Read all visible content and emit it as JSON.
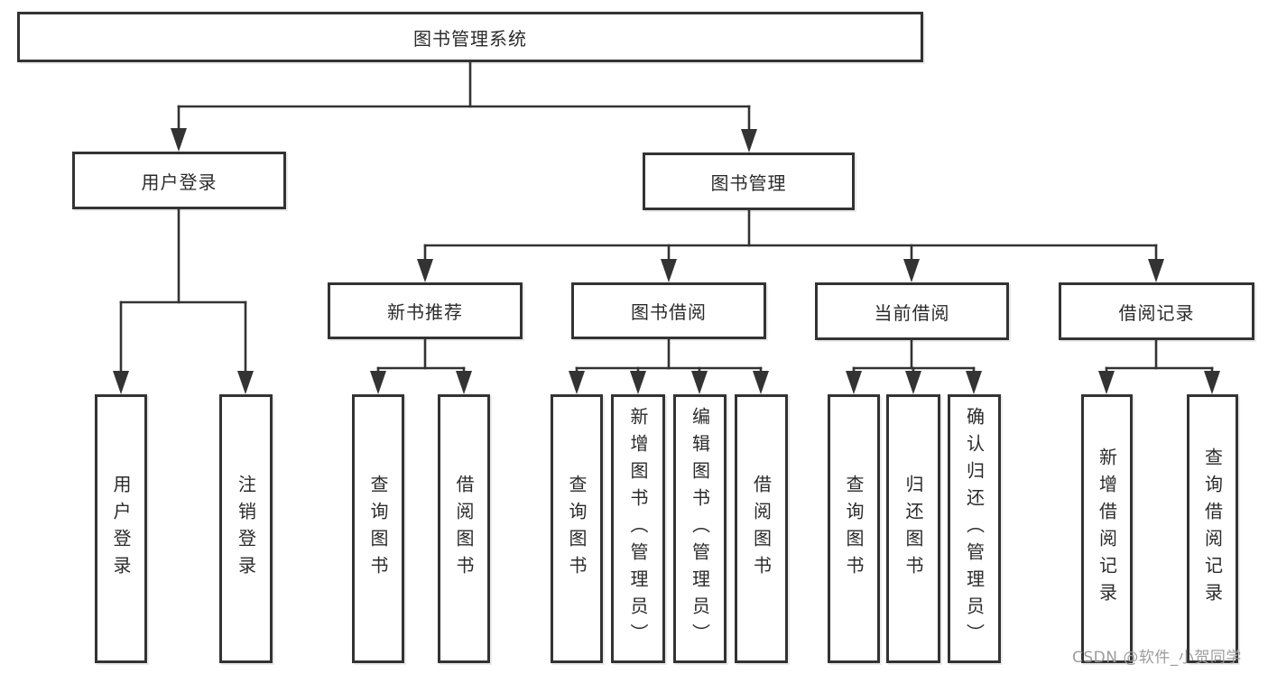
{
  "tree": {
    "root": {
      "label": "图书管理系统"
    },
    "children": [
      {
        "label": "用户登录",
        "children": [
          {
            "label": "用户登录"
          },
          {
            "label": "注销登录"
          }
        ]
      },
      {
        "label": "图书管理",
        "children": [
          {
            "label": "新书推荐",
            "children": [
              {
                "label": "查询图书"
              },
              {
                "label": "借阅图书"
              }
            ]
          },
          {
            "label": "图书借阅",
            "children": [
              {
                "label": "查询图书"
              },
              {
                "label": "新增图书（管理员）"
              },
              {
                "label": "编辑图书（管理员）"
              },
              {
                "label": "借阅图书"
              }
            ]
          },
          {
            "label": "当前借阅",
            "children": [
              {
                "label": "查询图书"
              },
              {
                "label": "归还图书"
              },
              {
                "label": "确认归还（管理员）"
              }
            ]
          },
          {
            "label": "借阅记录",
            "children": [
              {
                "label": "新增借阅记录"
              },
              {
                "label": "查询借阅记录"
              }
            ]
          }
        ]
      }
    ]
  },
  "watermark": {
    "text": "CSDN @软件_小贺同学"
  },
  "colors": {
    "line": "#333333",
    "text": "#2b2b2b",
    "background": "#ffffff",
    "watermark": "#9c9c9c"
  }
}
